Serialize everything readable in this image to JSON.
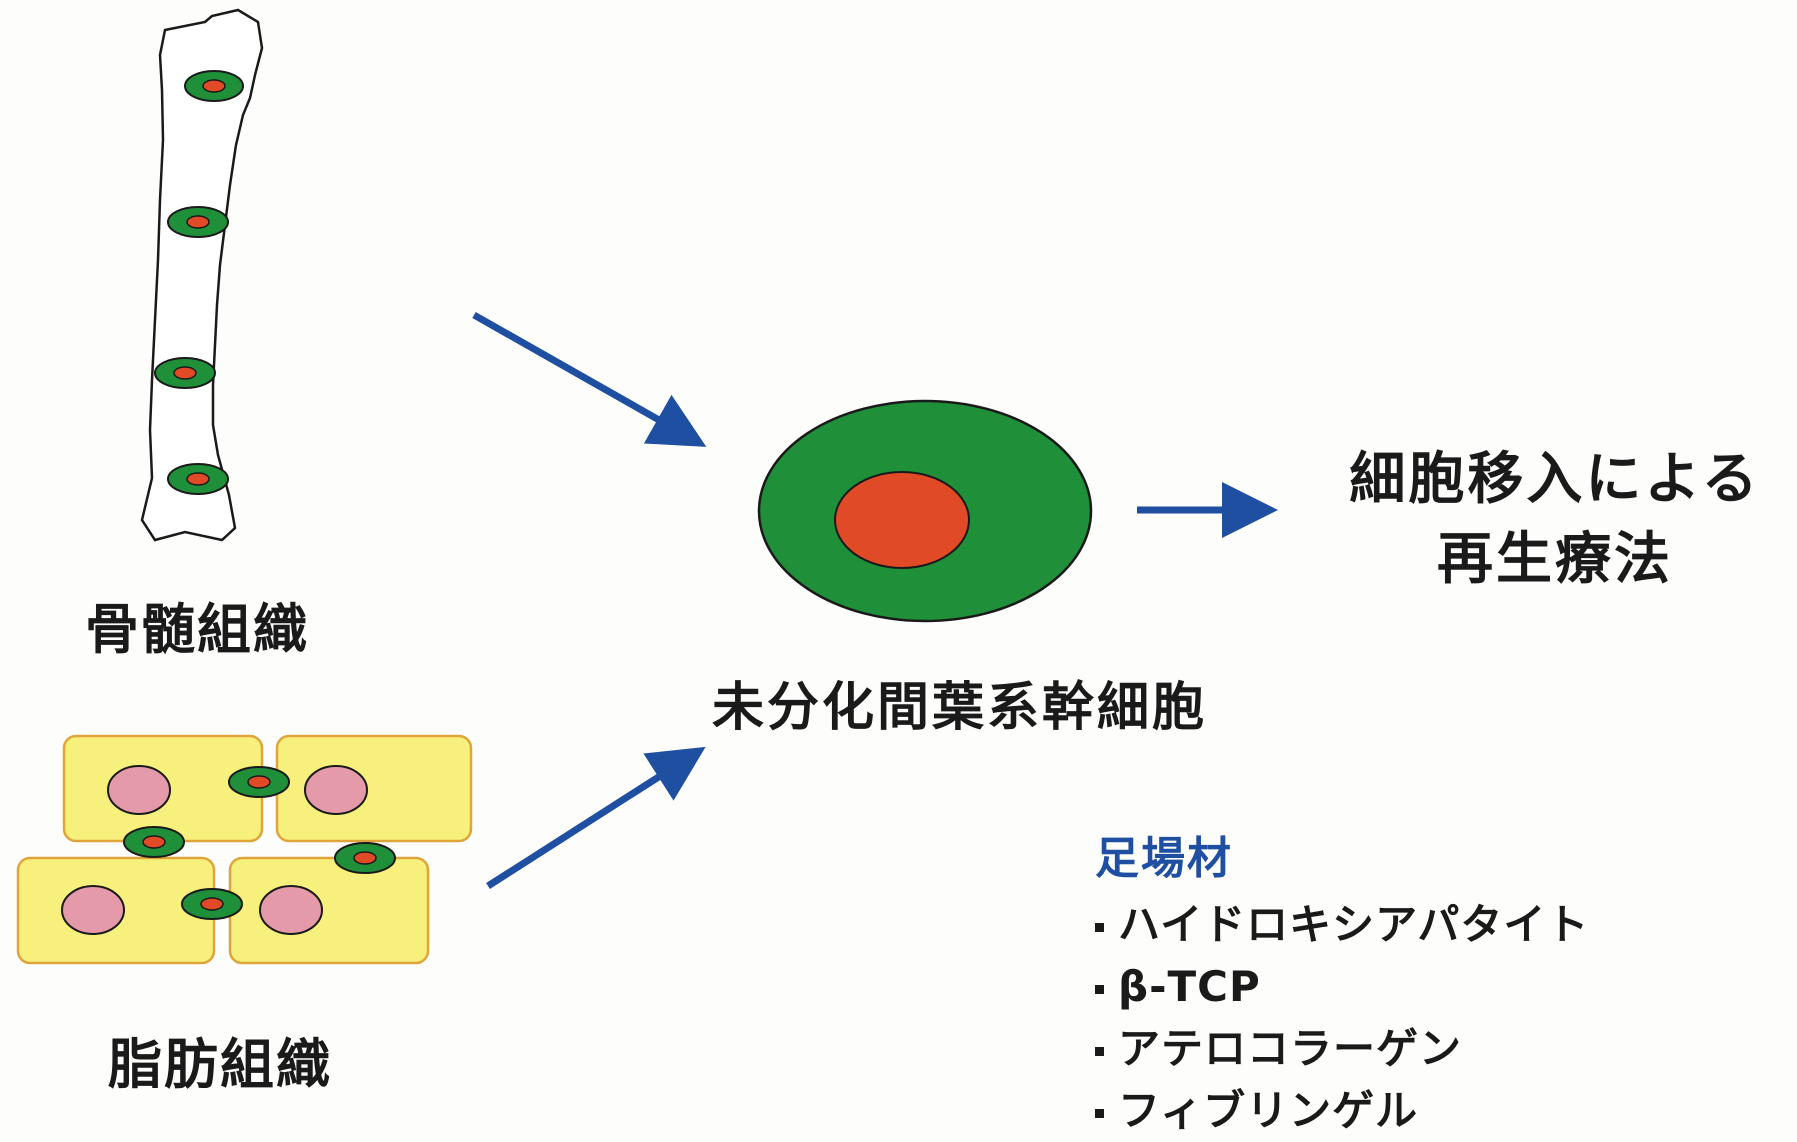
{
  "labels": {
    "bone_marrow": "骨髄組織",
    "adipose": "脂肪組織",
    "stem_cell": "未分化間葉系幹細胞",
    "result_line1": "細胞移入による",
    "result_line2": "再生療法"
  },
  "scaffold": {
    "title": "足場材",
    "items": [
      "ハイドロキシアパタイト",
      "β-TCP",
      "アテロコラーゲン",
      "フィブリンゲル"
    ]
  },
  "colors": {
    "cell_outer": "#1f8f3a",
    "cell_nucleus": "#e04a26",
    "fat_cell": "#f7f07c",
    "fat_border": "#e0a53a",
    "fat_nucleus": "#e59aaa",
    "arrow": "#1f4fa0",
    "scaffold_title": "#1f4fa0"
  }
}
